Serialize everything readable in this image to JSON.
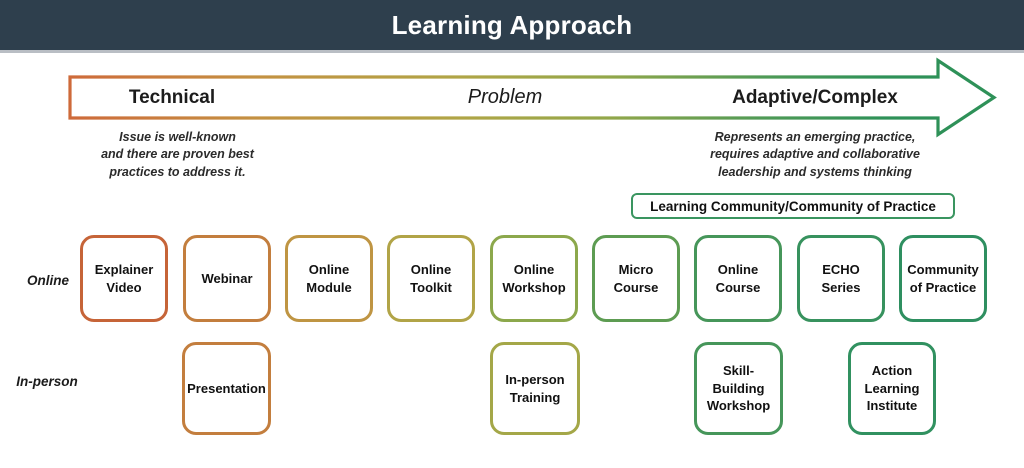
{
  "header": {
    "title": "Learning Approach",
    "bg": "#2E3F4D"
  },
  "arrow": {
    "labels": {
      "technical": "Technical",
      "problem": "Problem",
      "adaptive": "Adaptive/Complex"
    },
    "gradient_stops": [
      "#CE6A3A",
      "#C49142",
      "#B0A546",
      "#93A74A",
      "#4F9A56",
      "#2E9158"
    ],
    "descriptions": {
      "technical": "Issue is well-known\nand there are proven best\npractices to address it.",
      "adaptive": "Represents an emerging practice,\nrequires adaptive and collaborative\nleadership and systems thinking"
    }
  },
  "banner": {
    "label": "Learning Community/Community of Practice",
    "border_color": "#3A9560"
  },
  "rows": {
    "online": {
      "label": "Online",
      "boxes": [
        {
          "label": "Explainer Video",
          "border_color": "#C66438"
        },
        {
          "label": "Webinar",
          "border_color": "#C37E3E"
        },
        {
          "label": "Online Module",
          "border_color": "#BF9543"
        },
        {
          "label": "Online Toolkit",
          "border_color": "#B1A447"
        },
        {
          "label": "Online Workshop",
          "border_color": "#8CA84C"
        },
        {
          "label": "Micro Course",
          "border_color": "#5D9C52"
        },
        {
          "label": "Online Course",
          "border_color": "#46965A"
        },
        {
          "label": "ECHO Series",
          "border_color": "#37925E"
        },
        {
          "label": "Community of Practice",
          "border_color": "#2E8F60"
        }
      ]
    },
    "in_person": {
      "label": "In-person",
      "boxes": [
        {
          "label": "Presentation",
          "border_color": "#C37E3E"
        },
        {
          "label": "In-person Training",
          "border_color": "#A4A748"
        },
        {
          "label": "Skill-Building Workshop",
          "border_color": "#46965A"
        },
        {
          "label": "Action Learning Institute",
          "border_color": "#319160"
        }
      ]
    }
  }
}
